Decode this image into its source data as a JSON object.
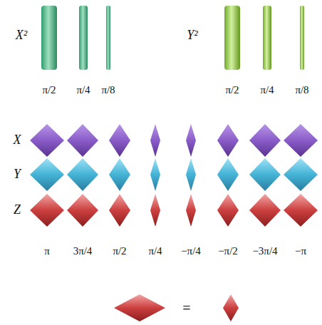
{
  "diagram": {
    "labels": [
      "X²",
      "π/2",
      "π/4",
      "π/8",
      "Y²",
      "π/2",
      "π/4",
      "π/8",
      "X",
      "Y",
      "Z",
      "π",
      "3π/4",
      "π/2",
      "π/4",
      "−π/4",
      "−π/2",
      "−3π/4",
      "−π",
      "="
    ]
  }
}
